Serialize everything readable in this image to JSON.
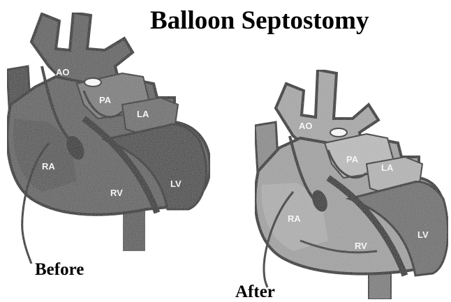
{
  "title": "Balloon Septostomy",
  "before": {
    "caption": "Before",
    "labels": {
      "ao": "AO",
      "pa": "PA",
      "la": "LA",
      "ra": "RA",
      "rv": "RV",
      "lv": "LV"
    }
  },
  "after": {
    "caption": "After",
    "labels": {
      "ao": "AO",
      "pa": "PA",
      "la": "LA",
      "ra": "RA",
      "rv": "RV",
      "lv": "LV"
    }
  }
}
